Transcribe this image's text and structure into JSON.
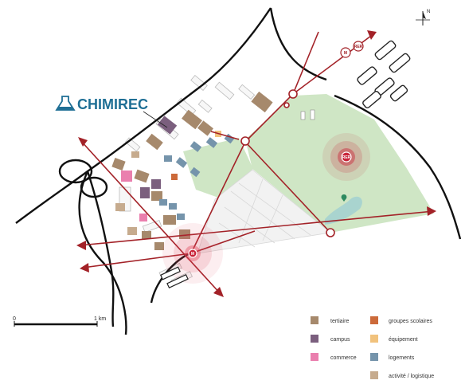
{
  "logo": {
    "name": "CHIMIREC",
    "color": "#1f6f95"
  },
  "north_arrow": {
    "label": "N"
  },
  "scale_bar": {
    "start_label": "0",
    "end_label": "1 km"
  },
  "transit_badges": {
    "metro": "M",
    "rer": "RER"
  },
  "legend": {
    "items": [
      {
        "label": "tertiaire",
        "color": "#a6896c"
      },
      {
        "label": "campus",
        "color": "#7b5f7e"
      },
      {
        "label": "commerce",
        "color": "#ea7fae"
      },
      {
        "label": "groupes scolaires",
        "color": "#cc6a3a"
      },
      {
        "label": "équipement",
        "color": "#f1c27d"
      },
      {
        "label": "logements",
        "color": "#7594ab"
      },
      {
        "label": "activité / logistique",
        "color": "#c6ab8e"
      }
    ]
  },
  "colors": {
    "green_space": "#cfe6c5",
    "road": "#111111",
    "axis": "#a32228",
    "water": "#a9d4cf"
  }
}
